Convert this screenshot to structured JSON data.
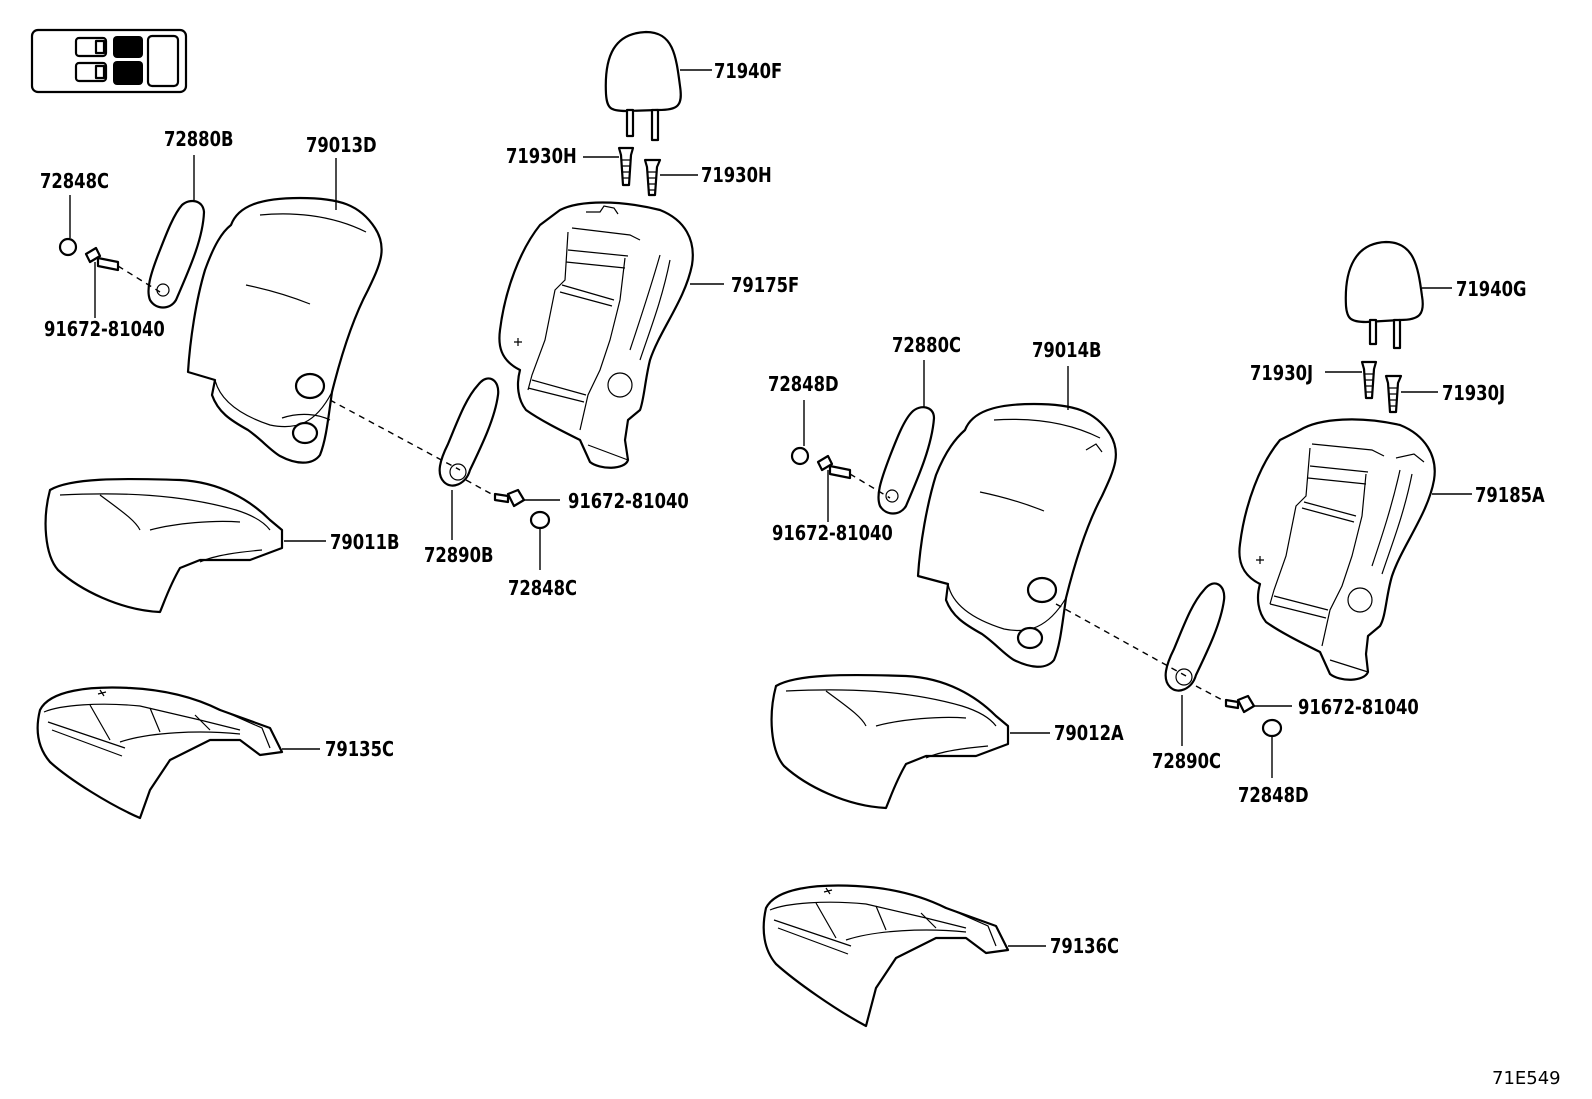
{
  "diagram_ref": "71E549",
  "parts": {
    "p71940F": "71940F",
    "p71930H_a": "71930H",
    "p71930H_b": "71930H",
    "p79013D": "79013D",
    "p72880B": "72880B",
    "p72848C_a": "72848C",
    "p91672_a": "91672-81040",
    "p79175F": "79175F",
    "p79011B": "79011B",
    "p72890B": "72890B",
    "p91672_b": "91672-81040",
    "p72848C_b": "72848C",
    "p79135C": "79135C",
    "p71940G": "71940G",
    "p71930J_a": "71930J",
    "p71930J_b": "71930J",
    "p72880C": "72880C",
    "p79014B": "79014B",
    "p72848D_a": "72848D",
    "p91672_c": "91672-81040",
    "p79185A": "79185A",
    "p79012A": "79012A",
    "p72890C": "72890C",
    "p91672_d": "91672-81040",
    "p72848D_b": "72848D",
    "p79136C": "79136C"
  },
  "locator_icon": "seat-position-locator-icon"
}
